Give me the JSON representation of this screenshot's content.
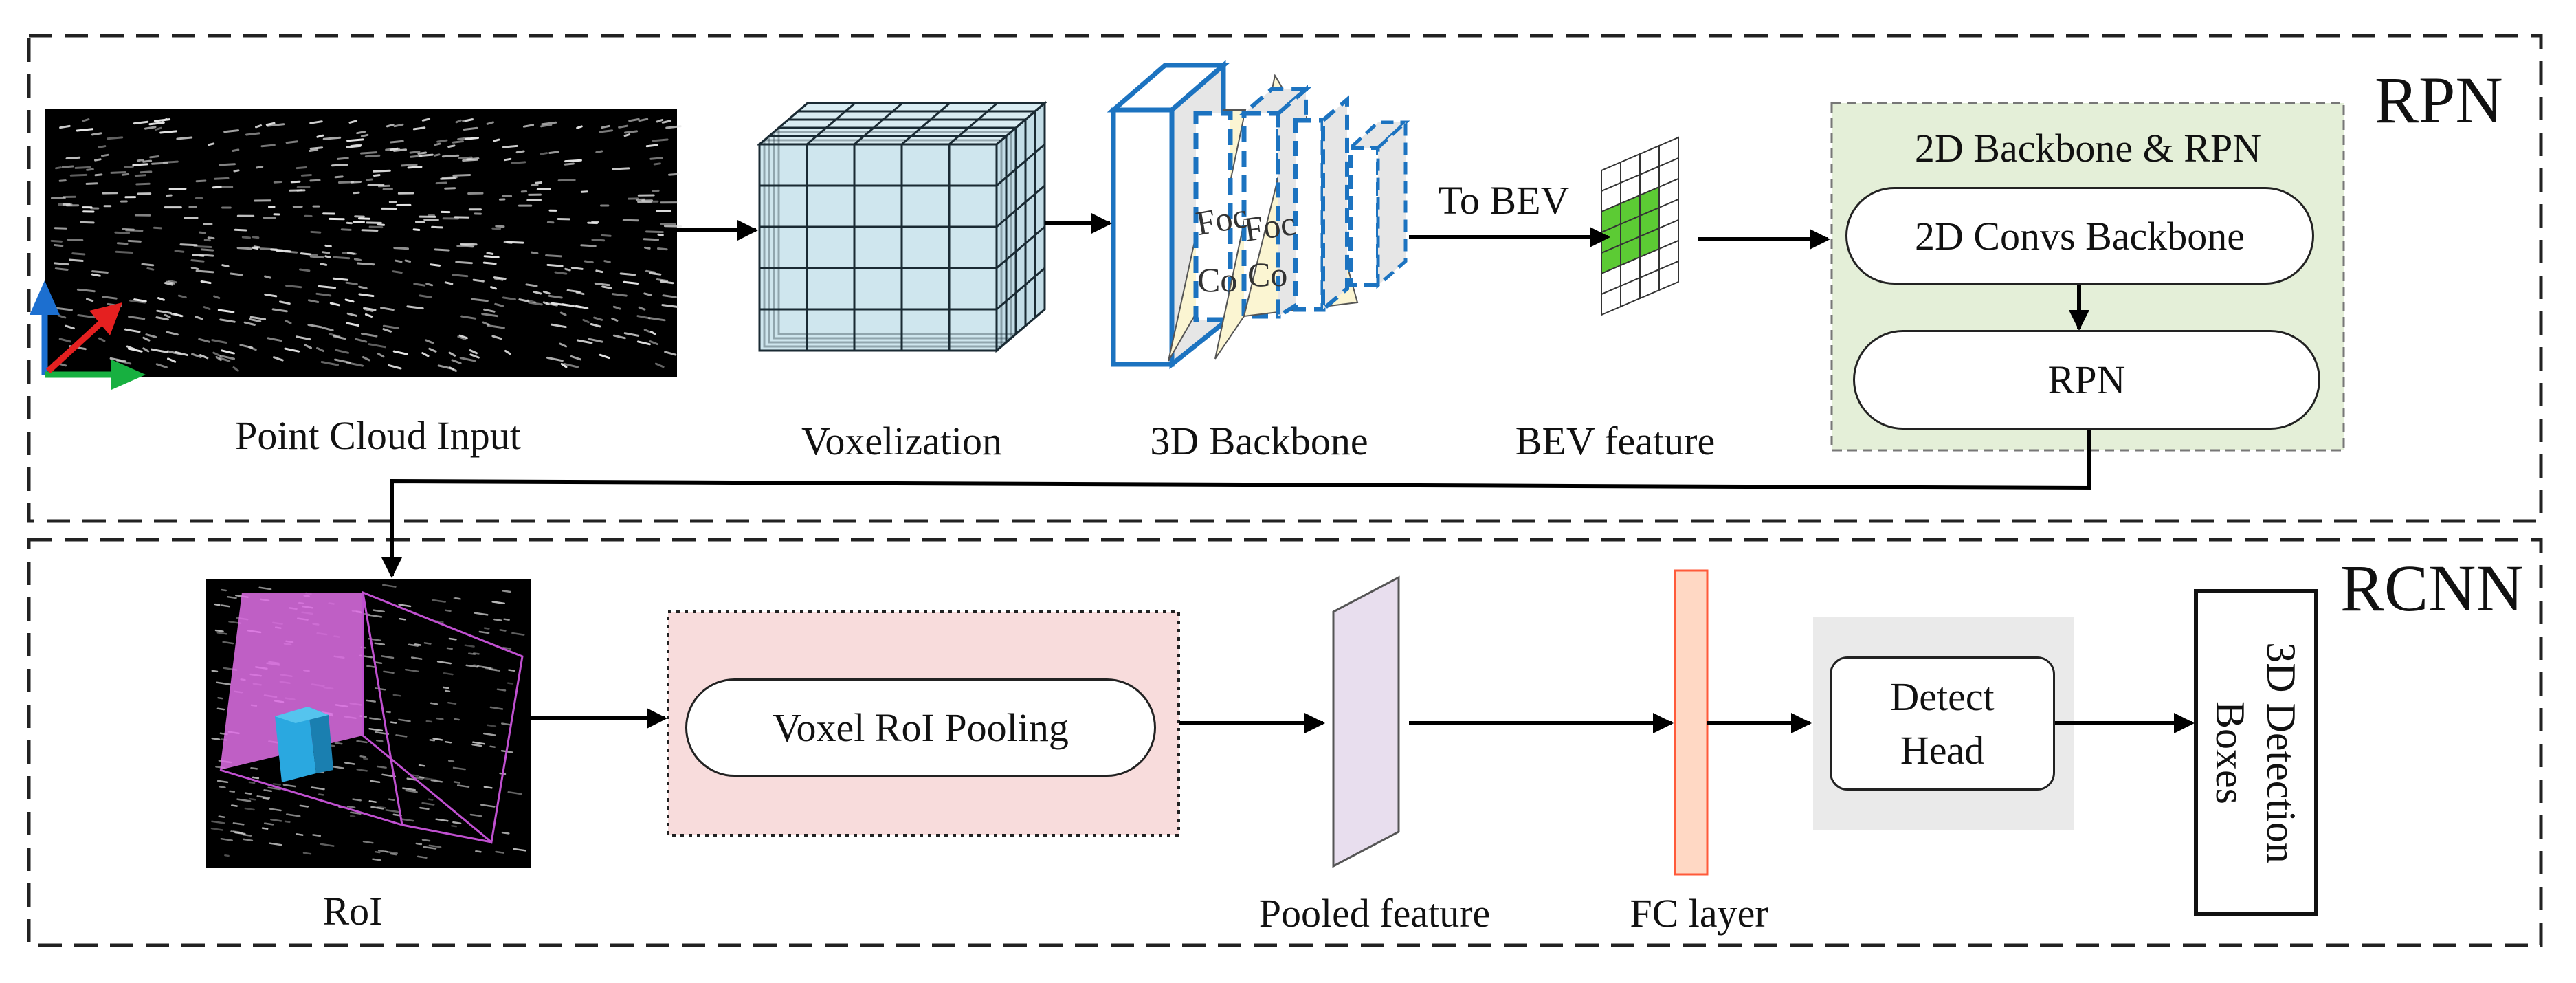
{
  "sections": {
    "rpn": "RPN",
    "rcnn": "RCNN"
  },
  "labels": {
    "point_cloud_input": "Point Cloud Input",
    "voxelization": "Voxelization",
    "backbone_3d": "3D Backbone",
    "to_bev": "To BEV",
    "bev_feature": "BEV feature",
    "backbone_rpn_group": "2D Backbone & RPN",
    "convs_backbone_2d": "2D Convs Backbone",
    "rpn_box": "RPN",
    "roi": "RoI",
    "voxel_roi_pooling": "Voxel RoI Pooling",
    "pooled_feature": "Pooled feature",
    "fc_layer": "FC layer",
    "detect_head_line1": "Detect",
    "detect_head_line2": "Head",
    "detection_boxes_line1": "3D Detection",
    "detection_boxes_line2": "Boxes",
    "focal_text_a": "Foc",
    "focal_text_b": "Co",
    "focal_text_c": "Foc",
    "focal_text_d": "Co"
  },
  "colors": {
    "voxel_fill": "#cfe6ee",
    "voxel_line": "#1a2a33",
    "backbone_blue": "#1c73c0",
    "backbone_gray": "#e6e6e6",
    "focal_yellow": "#fbf5d2",
    "bev_green": "#5ccb34",
    "rpn_group_bg": "#e4efd8",
    "pooling_bg": "#f8dcdc",
    "pooled_purple": "#e8deee",
    "fc_orange": "#ffd8c4",
    "fc_border": "#ff5a3a",
    "detect_bg": "#eaeaea",
    "roi_magenta": "#e070e8",
    "roi_cyan": "#2aa8e0",
    "axis_red": "#e52020",
    "axis_green": "#17b040",
    "axis_blue": "#1c6fd0"
  }
}
